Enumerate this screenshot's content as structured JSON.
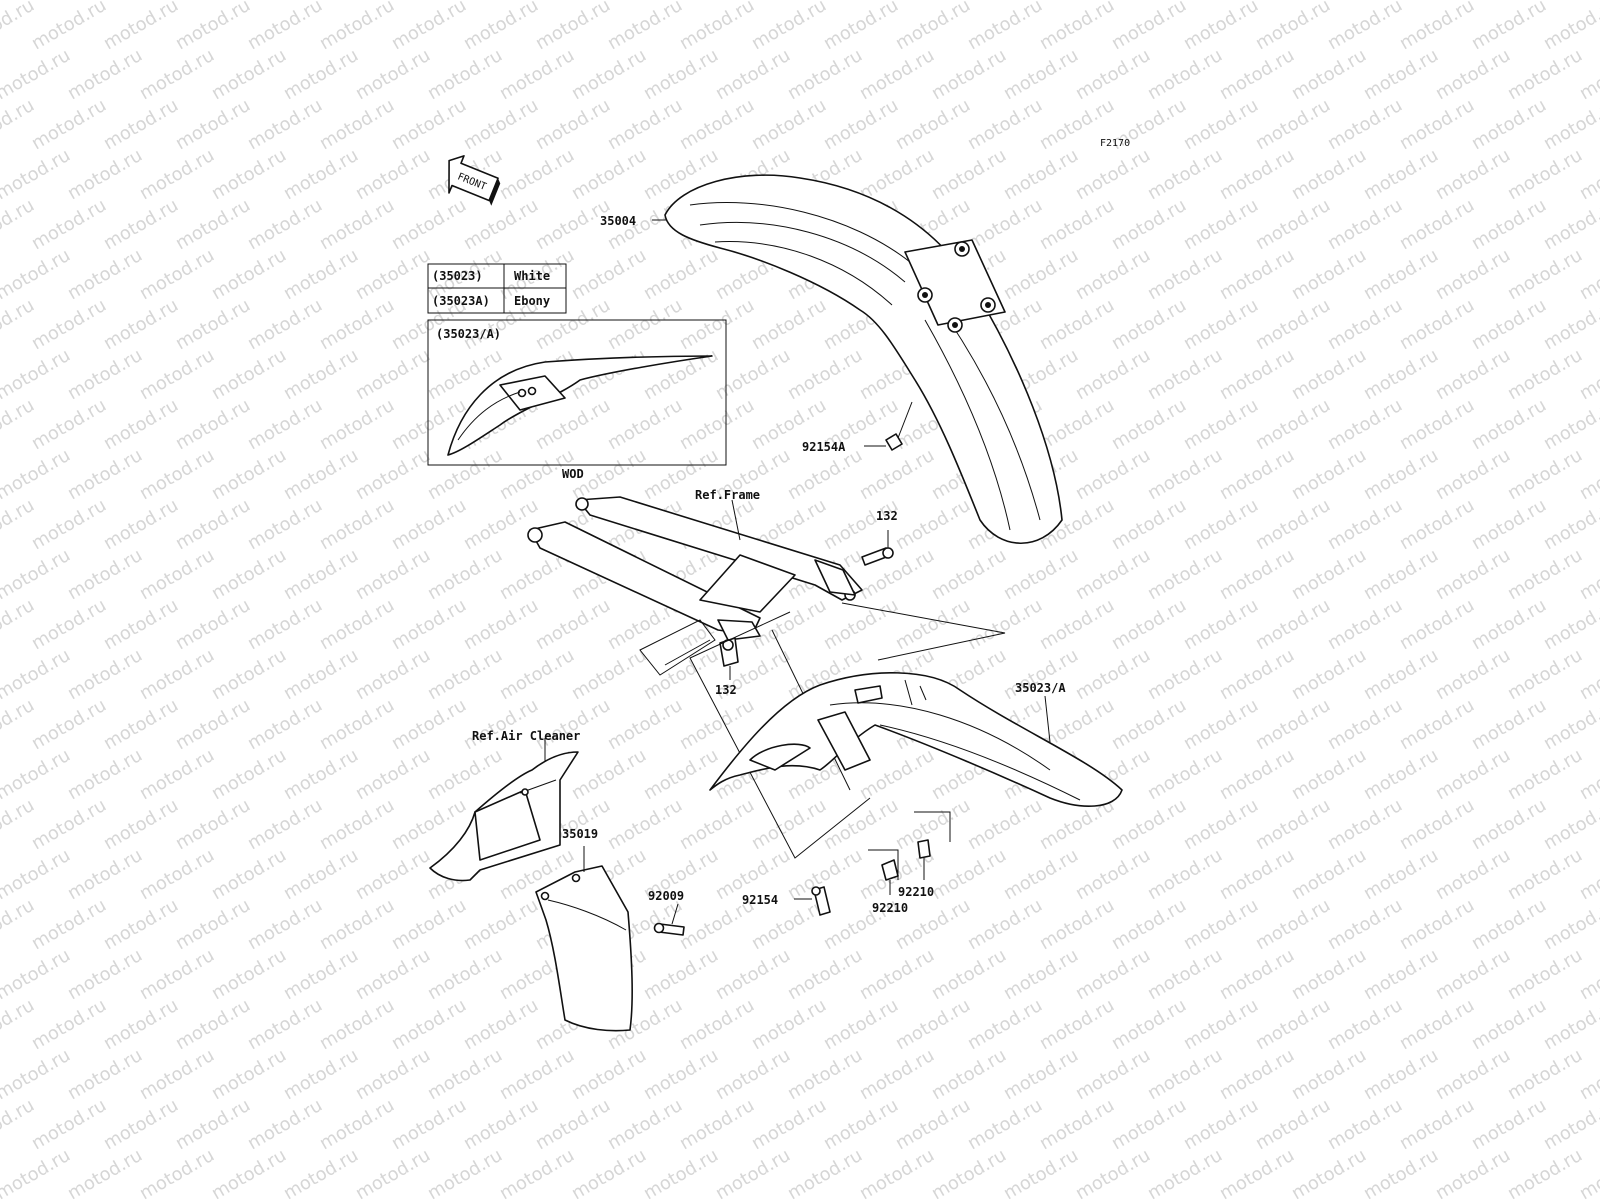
{
  "diagram_code": "F2170",
  "front_arrow_label": "FRONT",
  "watermark_text": "motod.ru",
  "variant_table": {
    "rows": [
      {
        "part": "(35023)",
        "color": "White"
      },
      {
        "part": "(35023A)",
        "color": "Ebony"
      }
    ]
  },
  "inset": {
    "title": "(35023/A)",
    "caption": "WOD"
  },
  "refs": {
    "frame": "Ref.Frame",
    "air_cleaner": "Ref.Air Cleaner"
  },
  "parts": {
    "front_fender": "35004",
    "front_fender_bolt": "92154A",
    "frame_bolt_upper": "132",
    "frame_bolt_lower": "132",
    "rear_fender": "35023/A",
    "rear_flap": "35019",
    "flap_screw": "92009",
    "rear_fender_bolt": "92154",
    "clip_right": "92210",
    "clip_left": "92210"
  }
}
